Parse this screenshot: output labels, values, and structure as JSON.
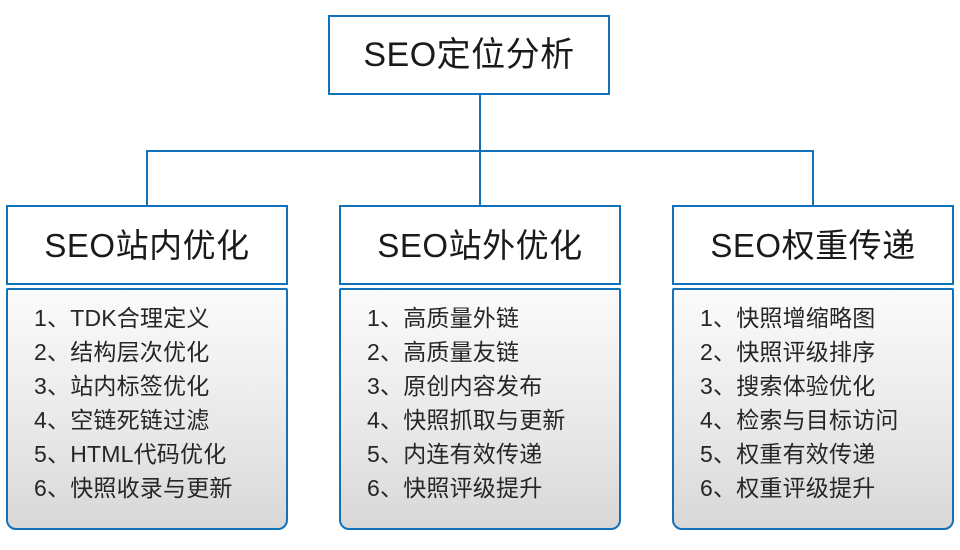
{
  "diagram": {
    "type": "tree-hierarchy",
    "accent_color": "#1072ba",
    "text_color": "#1a1a1a",
    "panel_gradient_top": "#fbfbfb",
    "panel_gradient_bottom": "#d7d7d7",
    "root": {
      "label": "SEO定位分析"
    },
    "branches": [
      {
        "header": "SEO站内优化",
        "items": [
          "1、TDK合理定义",
          "2、结构层次优化",
          "3、站内标签优化",
          "4、空链死链过滤",
          "5、HTML代码优化",
          "6、快照收录与更新"
        ]
      },
      {
        "header": "SEO站外优化",
        "items": [
          "1、高质量外链",
          "2、高质量友链",
          "3、原创内容发布",
          "4、快照抓取与更新",
          "5、内连有效传递",
          "6、快照评级提升"
        ]
      },
      {
        "header": "SEO权重传递",
        "items": [
          "1、快照增缩略图",
          "2、快照评级排序",
          "3、搜索体验优化",
          "4、检索与目标访问",
          "5、权重有效传递",
          "6、权重评级提升"
        ]
      }
    ]
  }
}
